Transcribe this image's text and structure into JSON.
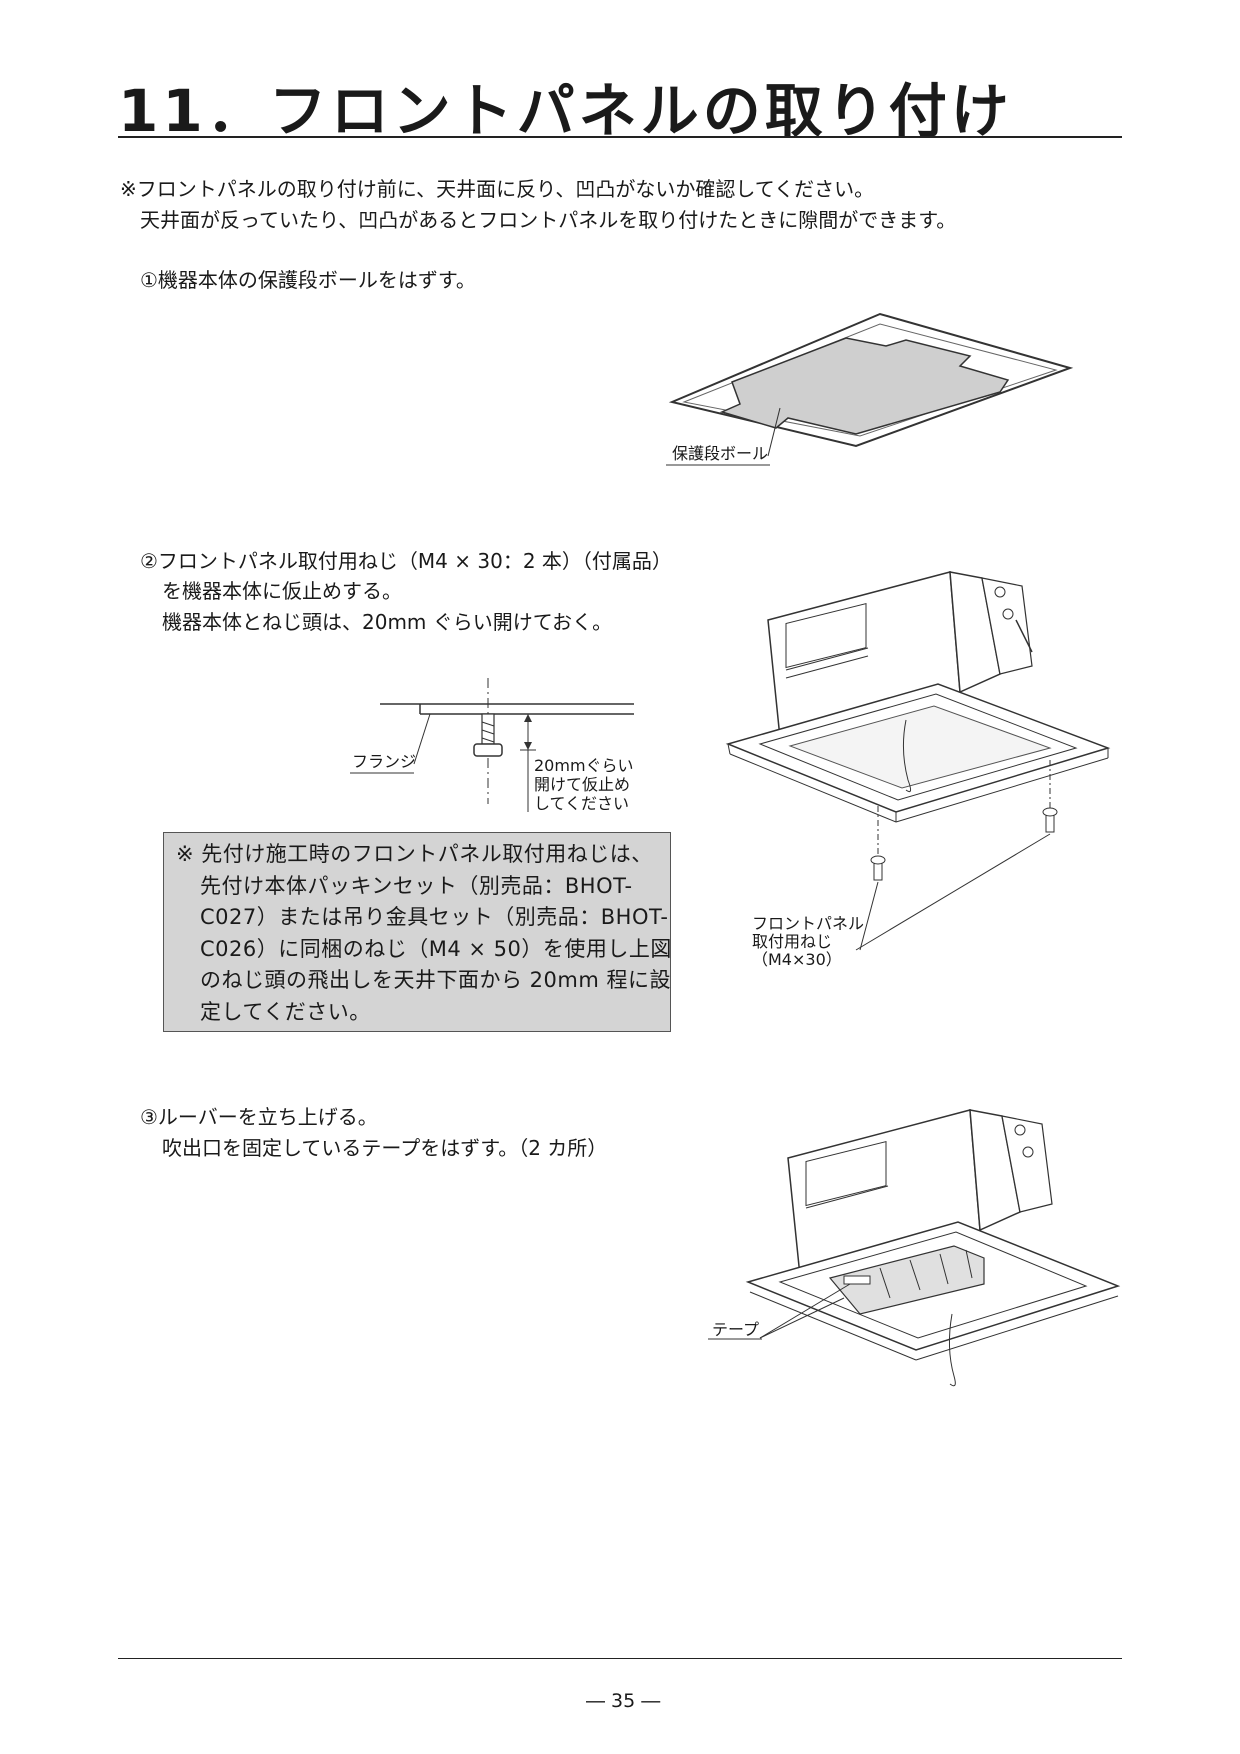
{
  "title": "11．フロントパネルの取り付け",
  "intro": {
    "line1": "※フロントパネルの取り付け前に、天井面に反り、凹凸がないか確認してください。",
    "line2": "天井面が反っていたり、凹凸があるとフロントパネルを取り付けたときに隙間ができます。"
  },
  "step1": {
    "text": "①機器本体の保護段ボールをはずす。",
    "label": "保護段ボール"
  },
  "step2": {
    "line1": "②フロントパネル取付用ねじ（M4 × 30：2 本）（付属品）",
    "line2": "を機器本体に仮止めする。",
    "line3": "機器本体とねじ頭は、20mm ぐらい開けておく。",
    "flange_label": "フランジ",
    "gap_label": [
      "20mmぐらい",
      "開けて仮止め",
      "してください"
    ],
    "screw_label": [
      "フロントパネル",
      "取付用ねじ",
      "（M4×30）"
    ],
    "note": [
      "※ 先付け施工時のフロントパネル取付用ねじは、",
      "先付け本体パッキンセット（別売品：BHOT-",
      "C027）または吊り金具セット（別売品：BHOT-",
      "C026）に同梱のねじ（M4 × 50）を使用し上図",
      "のねじ頭の飛出しを天井下面から 20mm 程に設",
      "定してください。"
    ]
  },
  "step3": {
    "line1": "③ルーバーを立ち上げる。",
    "line2": "吹出口を固定しているテープをはずす。（2 カ所）",
    "tape_label": "テープ"
  },
  "page_number": "― 35 ―"
}
